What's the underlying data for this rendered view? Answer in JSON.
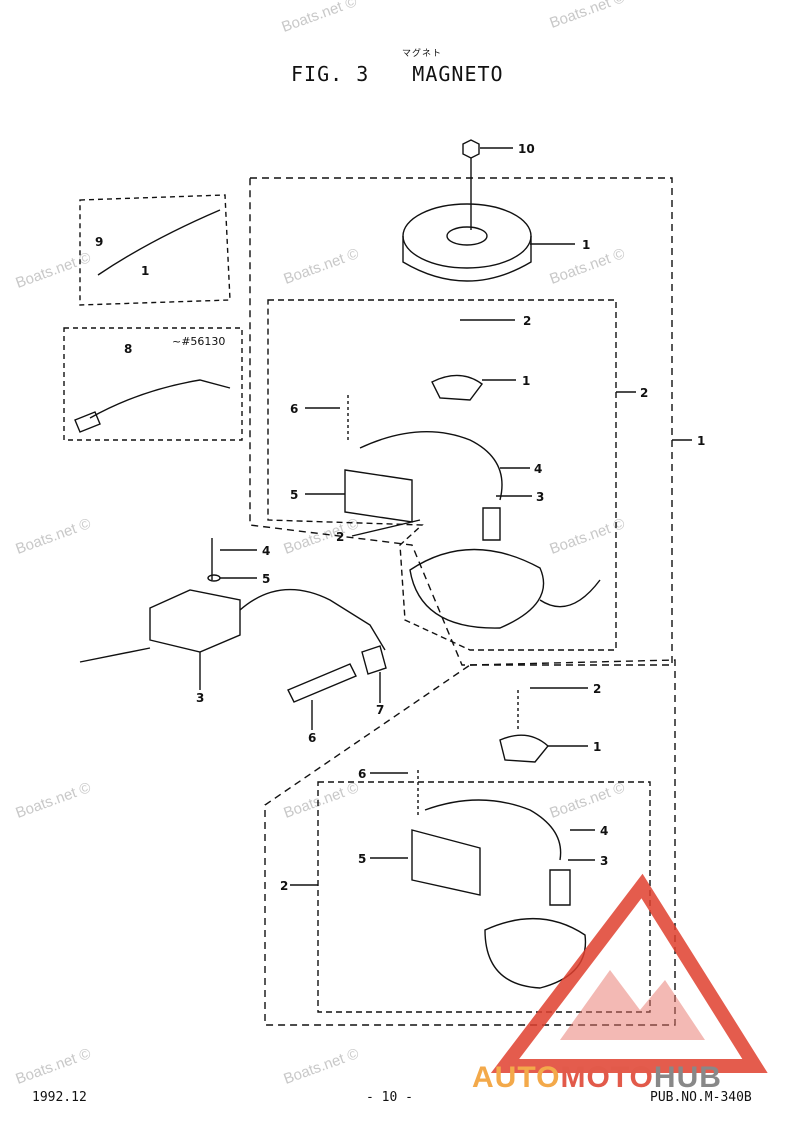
{
  "title": {
    "fig": "FIG. 3",
    "name": "MAGNETO",
    "kana": "マグネト"
  },
  "footer": {
    "date": "1992.12",
    "page": "- 10 -",
    "pub": "PUB.NO.M-340B"
  },
  "note": "~#56130",
  "callouts": [
    "10",
    "1",
    "2",
    "1",
    "2",
    "4",
    "3",
    "6",
    "5",
    "2",
    "1",
    "9",
    "1",
    "8",
    "4",
    "5",
    "3",
    "6",
    "7",
    "2",
    "1",
    "6",
    "4",
    "5",
    "3",
    "2"
  ],
  "watermark": "Boats.net ©",
  "logo": {
    "auto": "AUTO",
    "moto": "MOTO",
    "hub": "HUB"
  }
}
